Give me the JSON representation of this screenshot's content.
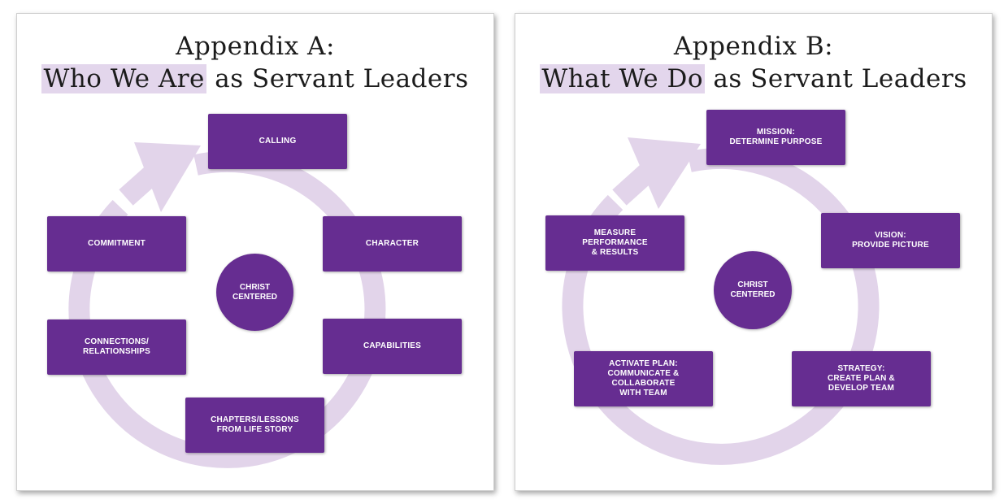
{
  "colors": {
    "box": "#662d91",
    "ring": "#e2d4ea",
    "highlight": "#e3d6ec"
  },
  "appendix_a": {
    "title_line1": "Appendix A:",
    "title_highlight": "Who We Are",
    "title_rest": " as Servant Leaders",
    "center": "CHRIST\nCENTERED",
    "items": {
      "calling": "CALLING",
      "character": "CHARACTER",
      "capabilities": "CAPABILITIES",
      "chapters": "CHAPTERS/LESSONS\nFROM LIFE STORY",
      "connections": "CONNECTIONS/\nRELATIONSHIPS",
      "commitment": "COMMITMENT"
    }
  },
  "appendix_b": {
    "title_line1": "Appendix B:",
    "title_highlight": "What We Do",
    "title_rest": " as Servant Leaders",
    "center": "CHRIST\nCENTERED",
    "items": {
      "mission": "MISSION:\nDETERMINE PURPOSE",
      "vision": "VISION:\nPROVIDE PICTURE",
      "strategy": "STRATEGY:\nCREATE PLAN &\nDEVELOP TEAM",
      "activate": "ACTIVATE PLAN:\nCOMMUNICATE & COLLABORATE\nWITH TEAM",
      "measure": "MEASURE\nPERFORMANCE\n& RESULTS"
    }
  }
}
